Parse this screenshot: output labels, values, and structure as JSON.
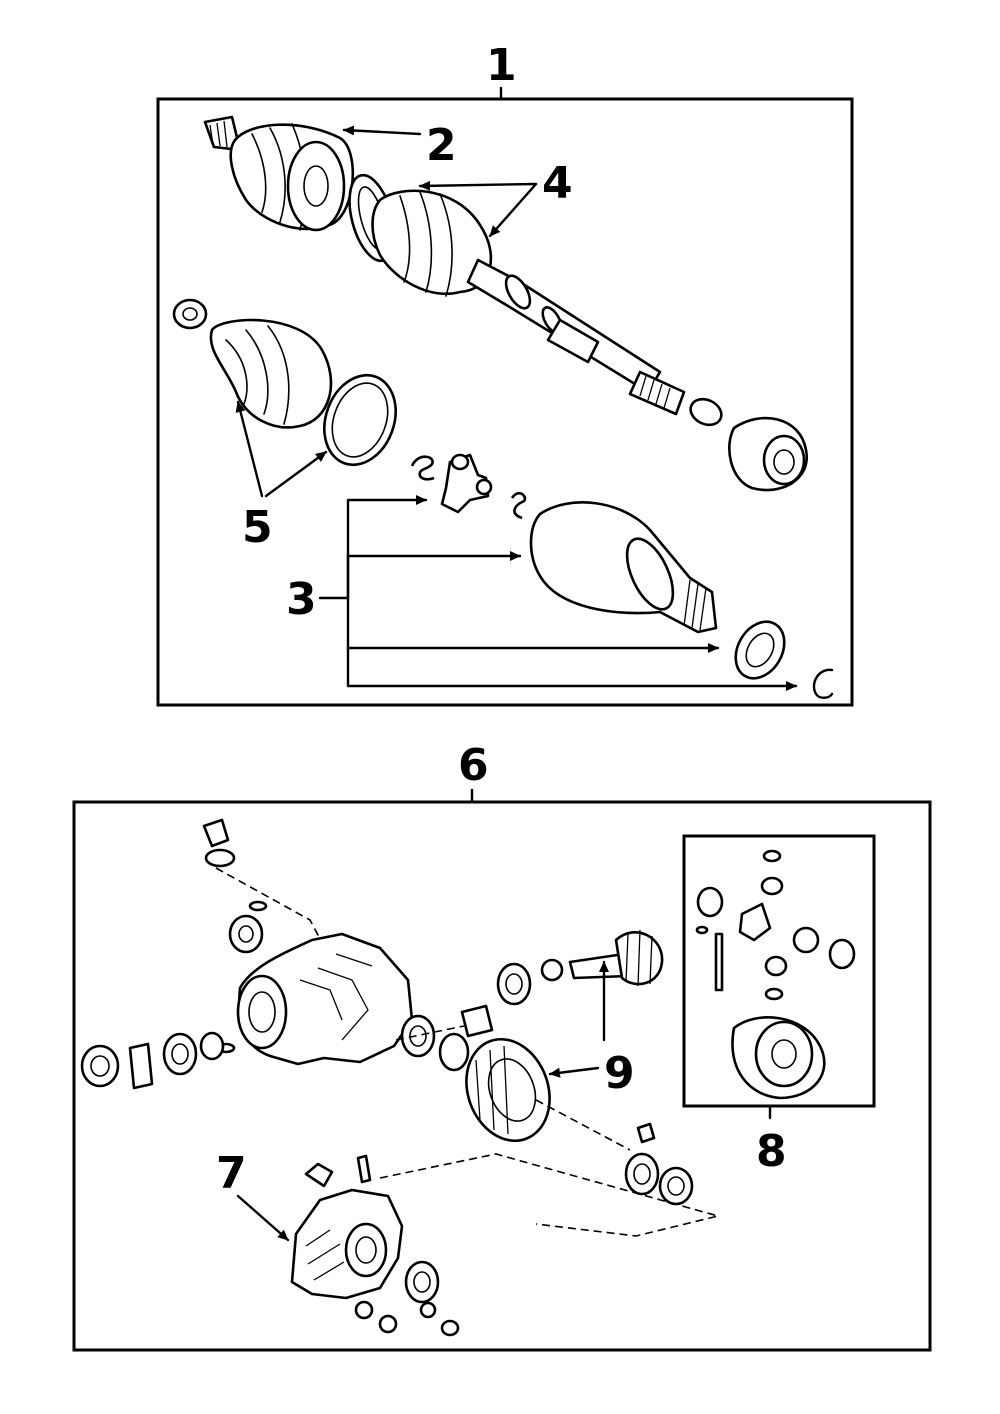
{
  "callouts": {
    "c1": "1",
    "c2": "2",
    "c3": "3",
    "c4": "4",
    "c5": "5",
    "c6": "6",
    "c7": "7",
    "c8": "8",
    "c9": "9"
  },
  "icons": {
    "shaft_assembly": "cv-axle-shaft-icon",
    "differential": "differential-housing-icon"
  },
  "colors": {
    "ink": "#000000",
    "paper": "#ffffff"
  }
}
